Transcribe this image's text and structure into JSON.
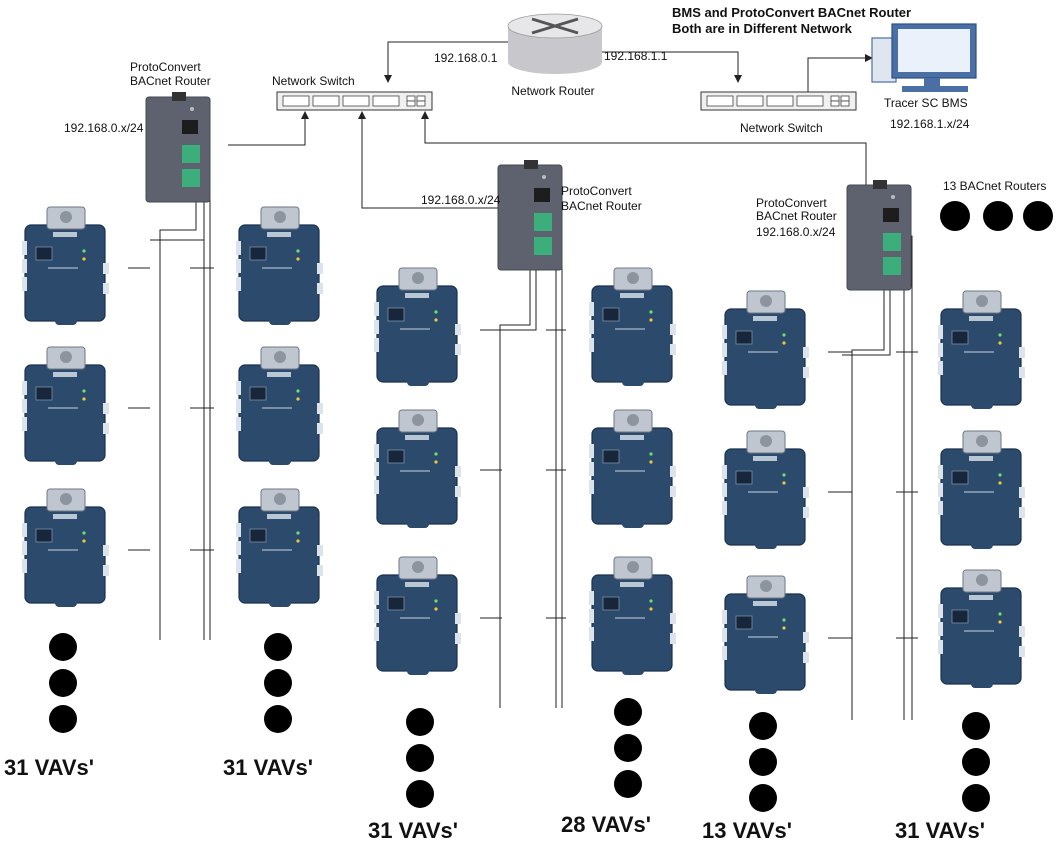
{
  "header": {
    "note_line1": "BMS and ProtoConvert BACnet Router",
    "note_line2": "Both are in Different Network"
  },
  "router": {
    "label": "Network Router",
    "ip_left": "192.168.0.1",
    "ip_right": "192.168.1.1"
  },
  "switch_left": {
    "label": "Network Switch"
  },
  "switch_right": {
    "label": "Network Switch"
  },
  "bms": {
    "label": "Tracer SC BMS",
    "ip": "192.168.1.x/24"
  },
  "gateways": [
    {
      "line1": "ProtoConvert",
      "line2": "BACnet Router",
      "ip": "192.168.0.x/24"
    },
    {
      "line1": "ProtoConvert",
      "line2": "BACnet Router",
      "ip": "192.168.0.x/24"
    },
    {
      "line1": "ProtoConvert",
      "line2": "BACnet Router",
      "ip": "192.168.0.x/24"
    }
  ],
  "extra_routers_label": "13 BACnet Routers",
  "vav_counts": [
    "31 VAVs'",
    "31 VAVs'",
    "31 VAVs'",
    "28 VAVs'",
    "13 VAVs'",
    "31 VAVs'"
  ],
  "colors": {
    "vav_body": "#2c4a6b",
    "gateway_body": "#5e626e",
    "terminal": "#3cae7c",
    "line": "#222222"
  }
}
